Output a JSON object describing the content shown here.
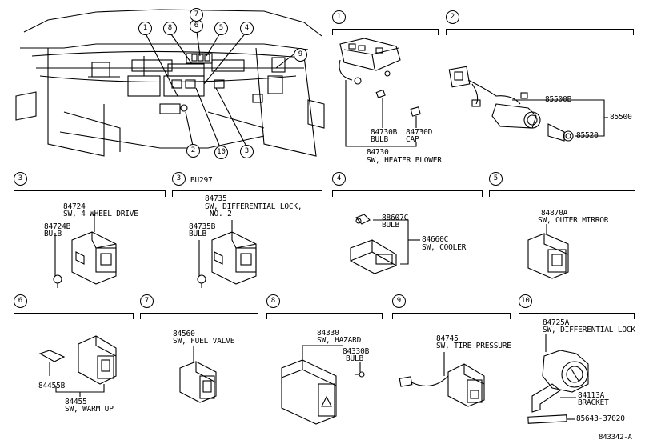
{
  "drawing_code": "843342-A",
  "overview": {
    "callouts": [
      "1",
      "8",
      "6",
      "7",
      "5",
      "4",
      "9",
      "2",
      "10",
      "3"
    ]
  },
  "sections": [
    {
      "id": "1",
      "parts": [
        {
          "part_no": "84730B",
          "name": "BULB"
        },
        {
          "part_no": "84730D",
          "name": "CAP"
        },
        {
          "part_no": "84730",
          "name": "SW, HEATER BLOWER"
        }
      ]
    },
    {
      "id": "2",
      "parts": [
        {
          "part_no": "85500B",
          "name": ""
        },
        {
          "part_no": "85500",
          "name": ""
        },
        {
          "part_no": "85520",
          "name": ""
        }
      ]
    },
    {
      "id": "3",
      "parts": [
        {
          "part_no": "84724",
          "name": "SW, 4 WHEEL DRIVE"
        },
        {
          "part_no": "84724B",
          "name": "BULB"
        }
      ]
    },
    {
      "id": "3",
      "note": "BU297",
      "parts": [
        {
          "part_no": "84735",
          "name": "SW, DIFFERENTIAL LOCK,",
          "name2": "NO. 2"
        },
        {
          "part_no": "84735B",
          "name": "BULB"
        }
      ]
    },
    {
      "id": "4",
      "parts": [
        {
          "part_no": "88607C",
          "name": "BULB"
        },
        {
          "part_no": "84660C",
          "name": "SW, COOLER"
        }
      ]
    },
    {
      "id": "5",
      "parts": [
        {
          "part_no": "84870A",
          "name": "SW, OUTER MIRROR"
        }
      ]
    },
    {
      "id": "6",
      "parts": [
        {
          "part_no": "84455B",
          "name": ""
        },
        {
          "part_no": "84455",
          "name": "SW, WARM UP"
        }
      ]
    },
    {
      "id": "7",
      "parts": [
        {
          "part_no": "84560",
          "name": "SW, FUEL VALVE"
        }
      ]
    },
    {
      "id": "8",
      "parts": [
        {
          "part_no": "84330",
          "name": "SW, HAZARD"
        },
        {
          "part_no": "84330B",
          "name": "BULB"
        }
      ]
    },
    {
      "id": "9",
      "parts": [
        {
          "part_no": "84745",
          "name": "SW, TIRE PRESSURE"
        }
      ]
    },
    {
      "id": "10",
      "parts": [
        {
          "part_no": "84725A",
          "name": "SW, DIFFERENTIAL LOCK"
        },
        {
          "part_no": "84113A",
          "name": "BRACKET"
        },
        {
          "part_no": "85643-37020",
          "name": ""
        }
      ]
    }
  ]
}
